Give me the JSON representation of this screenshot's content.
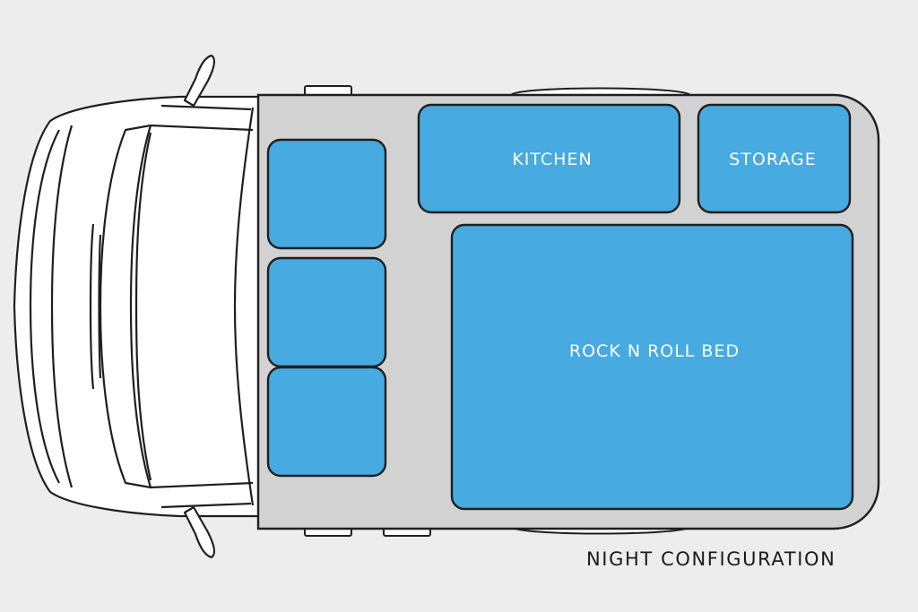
{
  "caption": "NIGHT CONFIGURATION",
  "zones": {
    "kitchen": "KITCHEN",
    "storage": "STORAGE",
    "bed": "ROCK N ROLL BED"
  },
  "colors": {
    "background": "#ededed",
    "floor": "#d2d2d2",
    "zone_fill": "#47aae0",
    "outline": "#1f1f1f",
    "label_text": "#ffffff",
    "caption_text": "#1b1b1b"
  }
}
